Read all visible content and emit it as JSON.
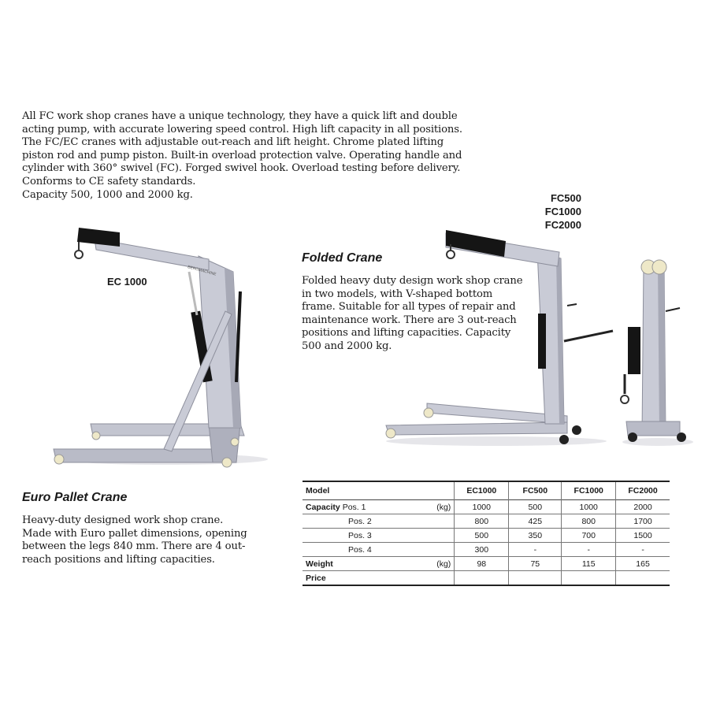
{
  "intro": {
    "lines": [
      "All FC work shop cranes have a unique technology, they have a quick lift and double",
      "acting pump,  with accurate lowering speed control. High lift capacity in all positions.",
      "The FC/EC cranes with adjustable out-reach and lift height. Chrome plated lifting",
      "piston rod and pump piston. Built-in overload protection valve. Operating handle and",
      "cylinder with 360° swivel (FC). Forged swivel hook. Overload testing before delivery.",
      "Conforms to CE safety standards.",
      "Capacity 500, 1000 and 2000 kg."
    ]
  },
  "ec_label": "EC 1000",
  "fc_labels": [
    "FC500",
    "FC1000",
    "FC2000"
  ],
  "crane_brand": "BERGMACHINE",
  "folded": {
    "heading": "Folded Crane",
    "lines": [
      "Folded heavy duty design work shop crane",
      "in two models, with V-shaped bottom",
      "frame. Suitable for all types of repair and",
      "maintenance work. There are 3 out-reach",
      "positions and lifting capacities. Capacity",
      "500 and 2000 kg."
    ]
  },
  "euro": {
    "heading": "Euro Pallet Crane",
    "lines": [
      "Heavy-duty designed work shop crane.",
      "Made with Euro pallet dimensions, opening",
      "between the legs  840 mm. There are 4 out-",
      "reach positions and lifting capacities."
    ]
  },
  "table": {
    "header": [
      "Model",
      "EC1000",
      "FC500",
      "FC1000",
      "FC2000"
    ],
    "rows": [
      {
        "label": "Capacity",
        "sub": "Pos. 1",
        "unit": "(kg)",
        "values": [
          "1000",
          "500",
          "1000",
          "2000"
        ]
      },
      {
        "label": "",
        "sub": "Pos. 2",
        "unit": "",
        "values": [
          "800",
          "425",
          "800",
          "1700"
        ]
      },
      {
        "label": "",
        "sub": "Pos. 3",
        "unit": "",
        "values": [
          "500",
          "350",
          "700",
          "1500"
        ]
      },
      {
        "label": "",
        "sub": "Pos. 4",
        "unit": "",
        "values": [
          "300",
          "-",
          "-",
          "-"
        ]
      },
      {
        "label": "Weight",
        "sub": "",
        "unit": "(kg)",
        "values": [
          "98",
          "75",
          "115",
          "165"
        ]
      },
      {
        "label": "Price",
        "sub": "",
        "unit": "",
        "values": [
          "",
          "",
          "",
          ""
        ]
      }
    ]
  },
  "colors": {
    "crane_frame": "#c9cbd6",
    "crane_shadow": "#9a9caa",
    "boom_black": "#151515",
    "text": "#1a1a1a"
  }
}
